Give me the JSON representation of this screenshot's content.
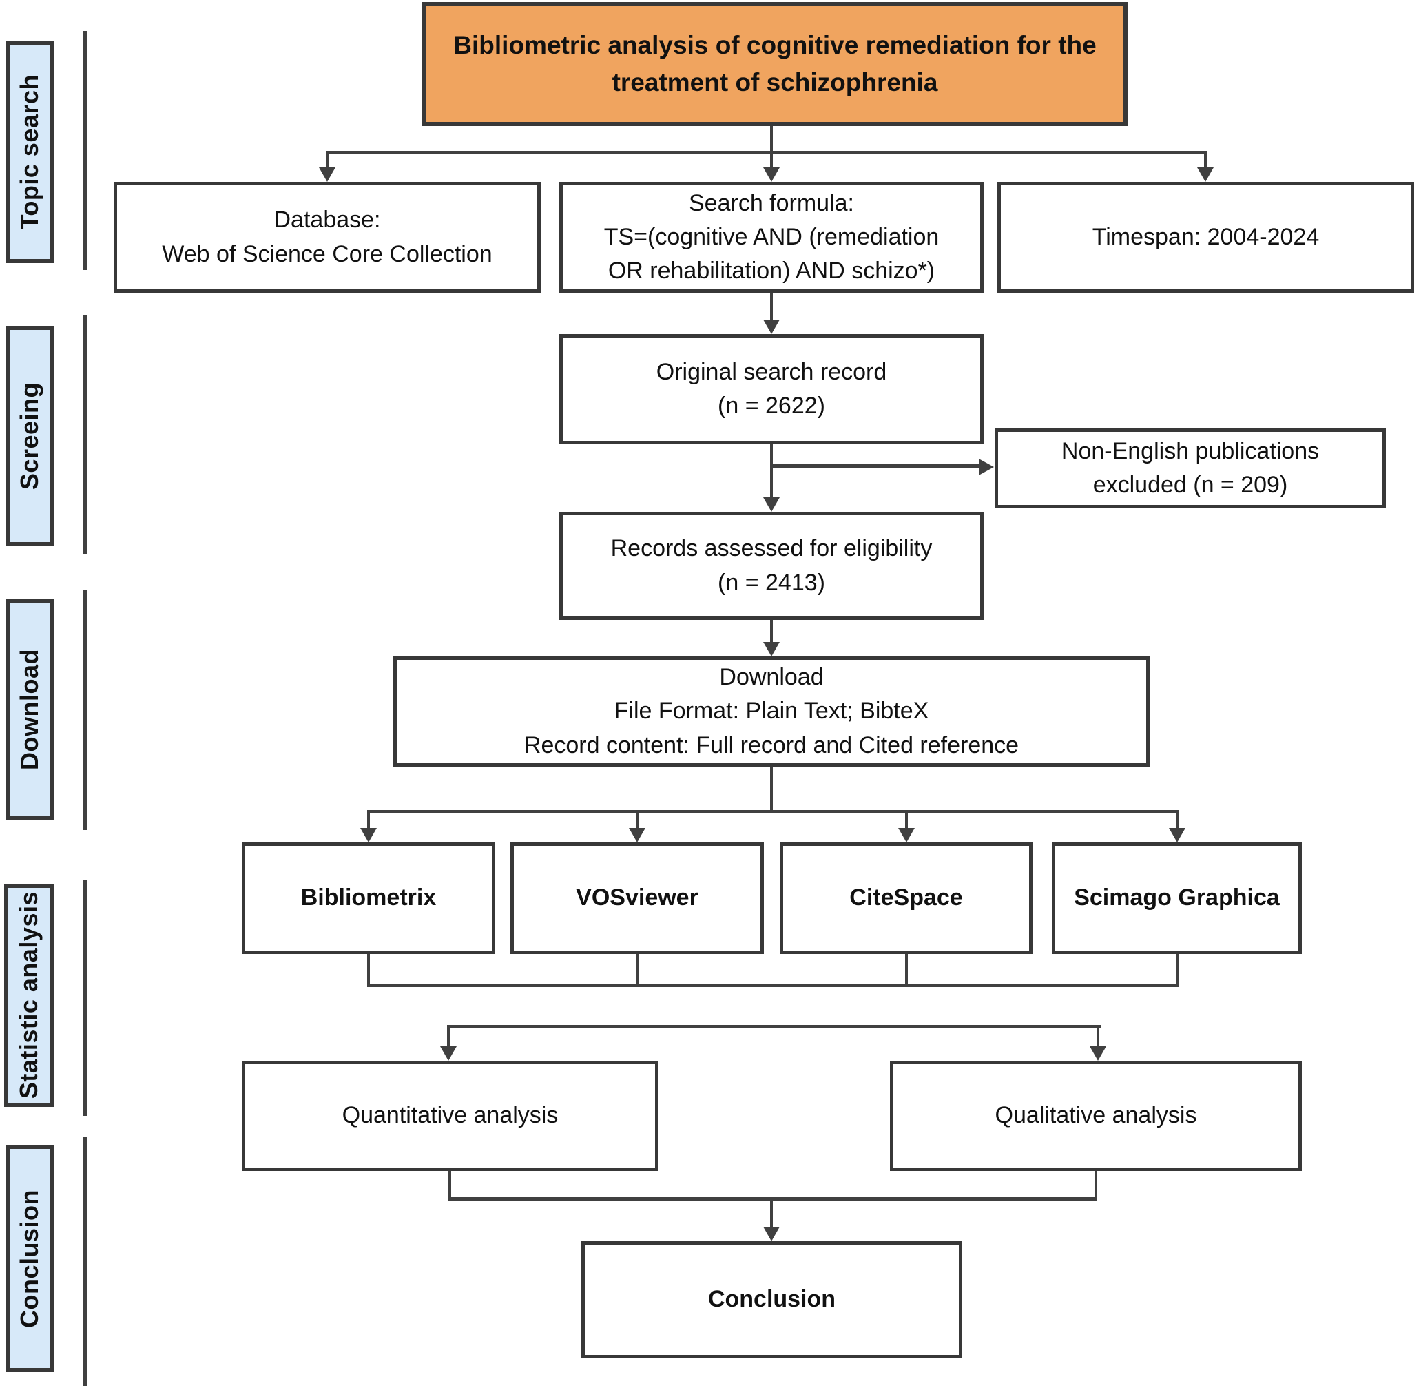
{
  "title": {
    "lines": [
      "Bibliometric analysis of cognitive remediation for the",
      "treatment of schizophrenia"
    ]
  },
  "sidebar": {
    "sections": [
      {
        "label": "Topic search"
      },
      {
        "label": "Screeing"
      },
      {
        "label": "Download"
      },
      {
        "label": "Statistic analysis"
      },
      {
        "label": "Conclusion"
      }
    ]
  },
  "flow": {
    "database": {
      "lines": [
        "Database:",
        "Web of Science Core Collection"
      ]
    },
    "search_formula": {
      "lines": [
        "Search formula:",
        "TS=(cognitive AND (remediation",
        "OR rehabilitation) AND schizo*)"
      ]
    },
    "timespan": {
      "lines": [
        "Timespan: 2004-2024"
      ]
    },
    "original_record": {
      "lines": [
        "Original search record",
        "(n = 2622)"
      ]
    },
    "non_english": {
      "lines": [
        "Non-English publications",
        "excluded (n = 209)"
      ]
    },
    "records_assessed": {
      "lines": [
        "Records assessed for eligibility",
        "(n = 2413)"
      ]
    },
    "download": {
      "lines": [
        "Download",
        "File Format: Plain Text; BibteX",
        "Record content: Full record and Cited reference"
      ]
    },
    "tools": [
      {
        "label": "Bibliometrix"
      },
      {
        "label": "VOSviewer"
      },
      {
        "label": "CiteSpace"
      },
      {
        "label": "Scimago Graphica"
      }
    ],
    "quantitative": {
      "lines": [
        "Quantitative analysis"
      ]
    },
    "qualitative": {
      "lines": [
        "Qualitative analysis"
      ]
    },
    "conclusion": {
      "lines": [
        "Conclusion"
      ]
    }
  },
  "colors": {
    "title_fill": "#F0A45F",
    "sidebar_fill": "#D7E9F9",
    "box_border": "#383838",
    "connector": "#404040"
  }
}
